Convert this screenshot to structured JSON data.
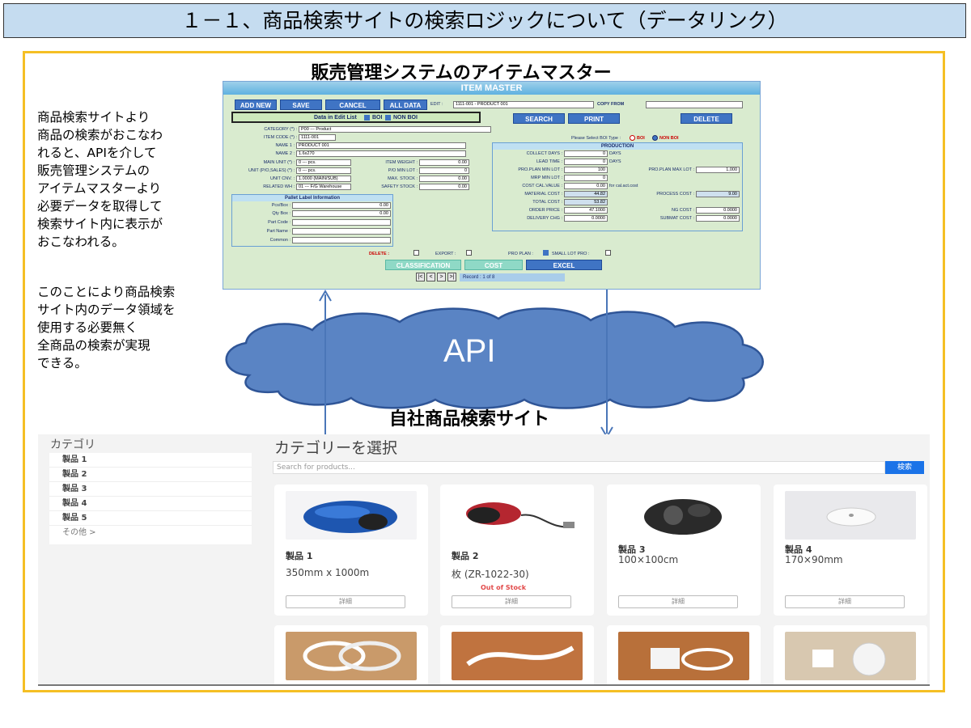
{
  "title": "１－１、商品検索サイトの検索ロジックについて（データリンク）",
  "item_master_heading": "販売管理システムのアイテムマスター",
  "shop_heading": "自社商品検索サイト",
  "cloud_label": "API",
  "side_text": {
    "para1": [
      "商品検索サイトより",
      "商品の検索がおこなわ",
      "れると、APIを介して",
      "販売管理システムの",
      "アイテムマスターより",
      "必要データを取得して",
      "検索サイト内に表示が",
      "おこなわれる。"
    ],
    "para2": [
      "このことにより商品検索",
      "サイト内のデータ領域を",
      "使用する必要無く",
      "全商品の検索が実現",
      "できる。"
    ]
  },
  "item_master": {
    "header": "ITEM MASTER",
    "buttons": {
      "add_new": "ADD NEW",
      "save": "SAVE",
      "cancel": "CANCEL",
      "all_data": "ALL DATA",
      "search": "SEARCH",
      "print": "PRINT",
      "delete": "DELETE",
      "classification": "CLASSIFICATION",
      "cost": "COST",
      "excel": "EXCEL"
    },
    "edit_label": "EDIT :",
    "edit_value": "1111-001 - PRODUCT 001",
    "copy_from_label": "COPY FROM",
    "data_in_edit": "Data in Edit List",
    "boi": "BOI",
    "non_boi": "NON BOI",
    "boi_type_label": "Please Select BOI Type :",
    "left_fields": [
      {
        "label": "CATEGORY (*) :",
        "value": "P00 --- Product"
      },
      {
        "label": "ITEM CODE (*) :",
        "value": "1111-001"
      },
      {
        "label": "NAME 1 :",
        "value": "PRODUCT 001"
      },
      {
        "label": "NAME 2 :",
        "value": "1.6x270"
      },
      {
        "label": "MAIN UNIT (*) :",
        "value": "0 --- pcs."
      },
      {
        "label": "UNIT (P/O,SALES) (*) :",
        "value": "0 --- pcs."
      },
      {
        "label": "UNIT CNV. :",
        "value": "1.0000 (MAIN/SUB)"
      },
      {
        "label": "RELATED WH :",
        "value": "01 --- F/G Warehouse"
      }
    ],
    "mid_fields": [
      {
        "label": "ITEM WEIGHT :",
        "value": "0.00"
      },
      {
        "label": "P/O MIN LOT :",
        "value": "0"
      },
      {
        "label": "MAX. STOCK :",
        "value": "0.00"
      },
      {
        "label": "SAFETY STOCK :",
        "value": "0.00"
      }
    ],
    "pallet_title": "Pallet Label Information",
    "pallet_fields": [
      {
        "label": "Pcs/Box :",
        "value": "0.00"
      },
      {
        "label": "Qty Box :",
        "value": "0.00"
      },
      {
        "label": "Part Code :",
        "value": ""
      },
      {
        "label": "Part Name :",
        "value": ""
      },
      {
        "label": "Common :",
        "value": ""
      }
    ],
    "production_title": "PRODUCTION",
    "production_fields": [
      {
        "label": "COLLECT DAYS :",
        "value": "0",
        "unit": "DAYS"
      },
      {
        "label": "LEAD TIME :",
        "value": "0",
        "unit": "DAYS"
      },
      {
        "label": "PRO.PLAN MIN LOT :",
        "value": "100",
        "unit": ""
      },
      {
        "label": "MRP MIN LOT :",
        "value": "0",
        "unit": ""
      },
      {
        "label": "COST CAL.VALUE :",
        "value": "0.00",
        "unit": "for cal.act.cost"
      },
      {
        "label": "MATERIAL COST :",
        "value": "44.82",
        "unit": ""
      },
      {
        "label": "TOTAL COST :",
        "value": "53.82",
        "unit": ""
      },
      {
        "label": "ORDER PRICE :",
        "value": "47.1000",
        "unit": ""
      },
      {
        "label": "DELIVERY CHG :",
        "value": "0.0000",
        "unit": ""
      }
    ],
    "production_right": [
      {
        "label": "PRO.PLAN MAX LOT :",
        "value": "1,000"
      },
      {
        "label": "PROCESS COST :",
        "value": "9.00"
      },
      {
        "label": "NG COST :",
        "value": "0.0000"
      },
      {
        "label": "SUBMAT COST :",
        "value": "0.0000"
      }
    ],
    "flags": {
      "delete": "DELETE :",
      "export": "EXPORT :",
      "pro_plan": "PRO PLAN :",
      "small_lot": "SMALL LOT PRO :"
    },
    "record": "Record : 1 of 8"
  },
  "shop": {
    "category_title": "カテゴリ",
    "categories": [
      "製品 1",
      "製品 2",
      "製品 3",
      "製品 4",
      "製品 5"
    ],
    "other": "その他 >",
    "main_title": "カテゴリーを選択",
    "search_placeholder": "Search for products...",
    "search_button": "検索",
    "detail_label": "詳細",
    "products": [
      {
        "name": "製品 1",
        "size": "350mm x 1000m",
        "status": ""
      },
      {
        "name": "製品 2",
        "size": "枚 (ZR-1022-30)",
        "status": "Out of Stock"
      },
      {
        "name": "製品 3",
        "size": "100×100cm",
        "status": ""
      },
      {
        "name": "製品 4",
        "size": "170×90mm",
        "status": ""
      }
    ]
  }
}
